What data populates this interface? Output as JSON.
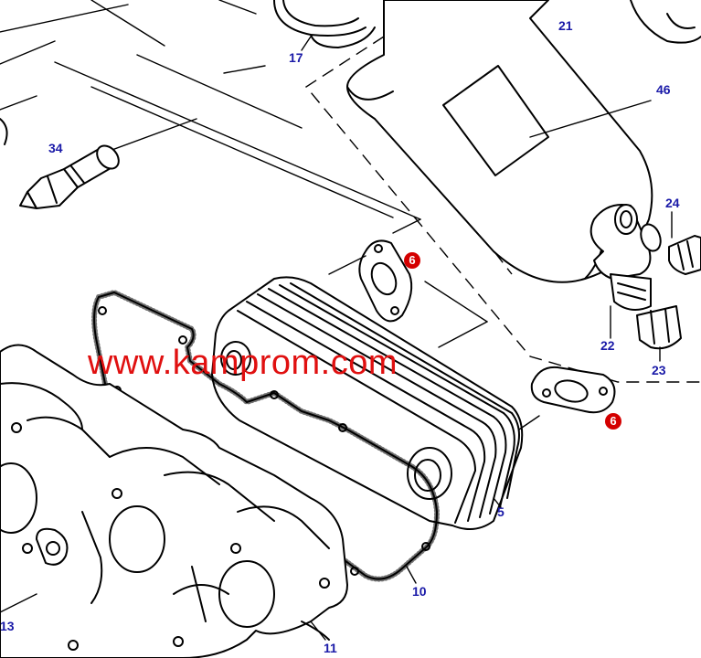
{
  "watermark": "www.kamprom.com",
  "accent_colors": {
    "label": "#1a1aa8",
    "badge": "#d40000",
    "watermark": "#e01010"
  },
  "callouts": {
    "p21": "21",
    "p17": "17",
    "p46": "46",
    "p34": "34",
    "p24": "24",
    "p6a": "6",
    "p6b": "6",
    "p22": "22",
    "p23": "23",
    "p5": "5",
    "p10": "10",
    "p13": "13",
    "p11": "11"
  }
}
